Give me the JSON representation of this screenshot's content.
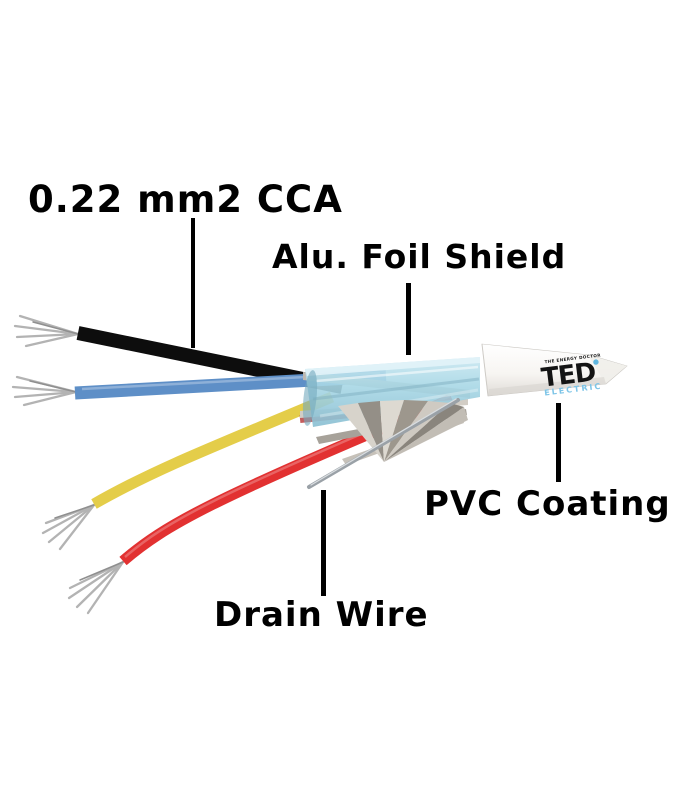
{
  "diagram": {
    "labels": {
      "cca": "0.22 mm2 CCA",
      "foil_shield": "Alu. Foil Shield",
      "pvc_coating": "PVC Coating",
      "drain_wire": "Drain Wire"
    },
    "brand": {
      "tagline": "THE ENERGY DOCTOR",
      "name": "TED",
      "subname": "ELECTRIC"
    },
    "colors": {
      "background": "#ffffff",
      "label_text": "#000000",
      "wire_black": "#0d0d0d",
      "wire_blue": "#5e8fc7",
      "wire_yellow": "#e4cd49",
      "wire_red": "#e23131",
      "wire_strand_silver": "#b3b3b3",
      "foil_blue": "#a9d8e6",
      "foil_silver": "#b5b0a8",
      "drain_silver": "#9aa1a7",
      "jacket_white": "#f7f5f2",
      "brand_text_black": "#141414",
      "brand_text_blue": "#7cc4e7"
    }
  }
}
